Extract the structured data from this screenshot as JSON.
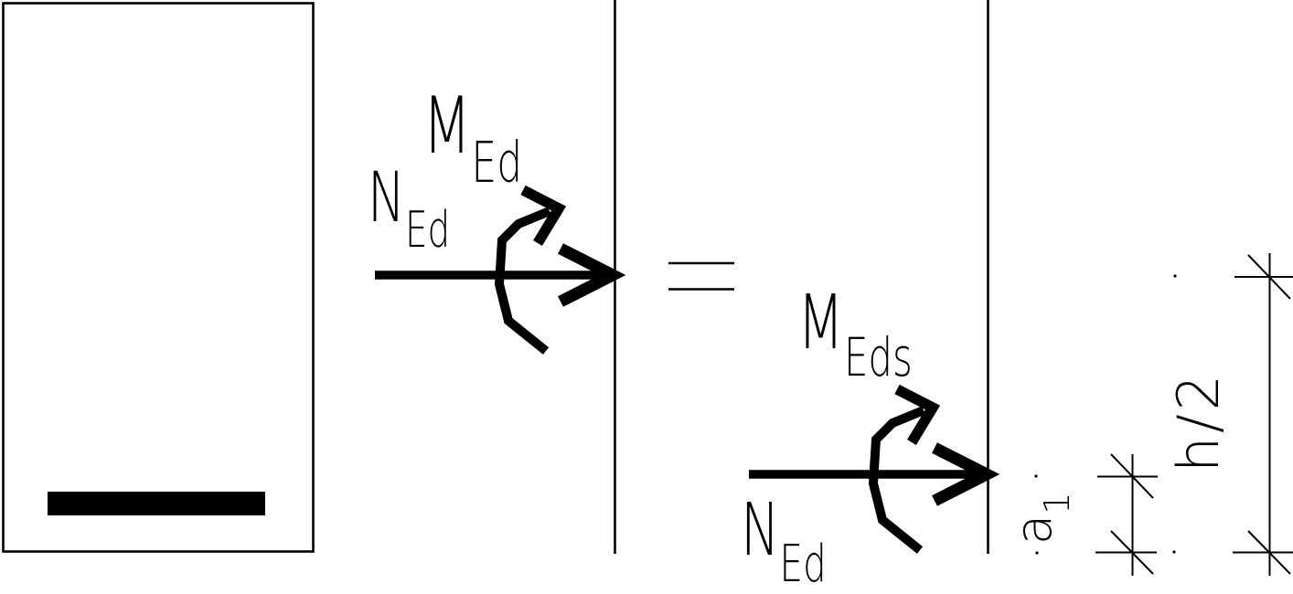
{
  "colors": {
    "ink": "#000000",
    "background": "#ffffff"
  },
  "left_panel": {
    "moment_label": {
      "base": "M",
      "sub": "Ed"
    },
    "axial_label": {
      "base": "N",
      "sub": "Ed"
    }
  },
  "equals_symbol": "=",
  "right_panel": {
    "moment_label": {
      "base": "M",
      "sub": "Eds"
    },
    "axial_label": {
      "base": "N",
      "sub": "Ed"
    }
  },
  "dimensions": {
    "a1": {
      "base": "a",
      "sub": "1"
    },
    "h_half": "h/2"
  },
  "symbols": {
    "axial_arrow": "thick-right-arrow",
    "moment_arrow": "curved-moment-arrow",
    "rebar": "reinforcement-bar",
    "dimension_tick": "oblique-tick"
  }
}
